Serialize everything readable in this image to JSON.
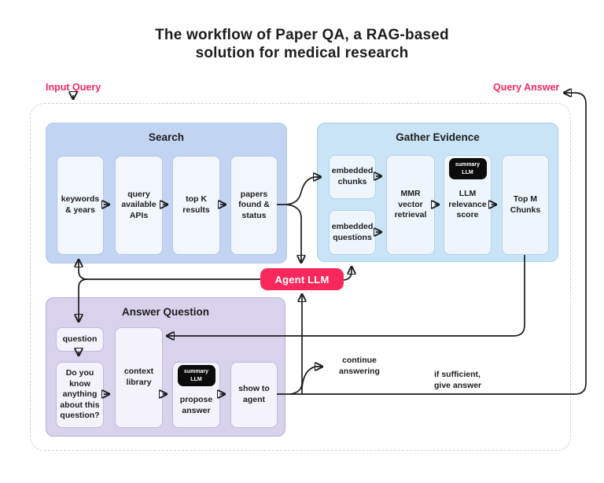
{
  "title": {
    "line1": "The workflow of Paper QA, a RAG-based",
    "line2": "solution for medical research"
  },
  "annotations": {
    "input_query": "Input Query",
    "query_answer": "Query Answer",
    "continue_answering": {
      "line1": "continue",
      "line2": "answering"
    },
    "if_sufficient": {
      "line1": "if sufficient,",
      "line2": "give answer"
    }
  },
  "agent_llm": {
    "label": "Agent LLM"
  },
  "sections": {
    "search": {
      "title": "Search",
      "cards": [
        "keywords & years",
        "query available APIs",
        "top K results",
        "papers found & status"
      ]
    },
    "gather_evidence": {
      "title": "Gather Evidence",
      "cards": [
        "embedded chunks",
        "embedded questions",
        "MMR vector retrieval",
        "LLM relevance score",
        "Top M Chunks"
      ],
      "badge": {
        "line1": "summary",
        "line2": "LLM"
      }
    },
    "answer_question": {
      "title": "Answer Question",
      "cards": [
        "question",
        "Do you know anything about this question?",
        "context library",
        "propose answer",
        "show to agent"
      ],
      "badge": {
        "line1": "summary",
        "line2": "LLM"
      }
    }
  },
  "colors": {
    "accent_pink": "#F8285C",
    "search_fill": "#C1D4F2",
    "gather_fill": "#C9E4F7",
    "answer_fill": "#D8D2ED",
    "badge_black": "#0C0C0C",
    "line": "#1D1D1E",
    "dashed_border": "#CFCDE0"
  }
}
